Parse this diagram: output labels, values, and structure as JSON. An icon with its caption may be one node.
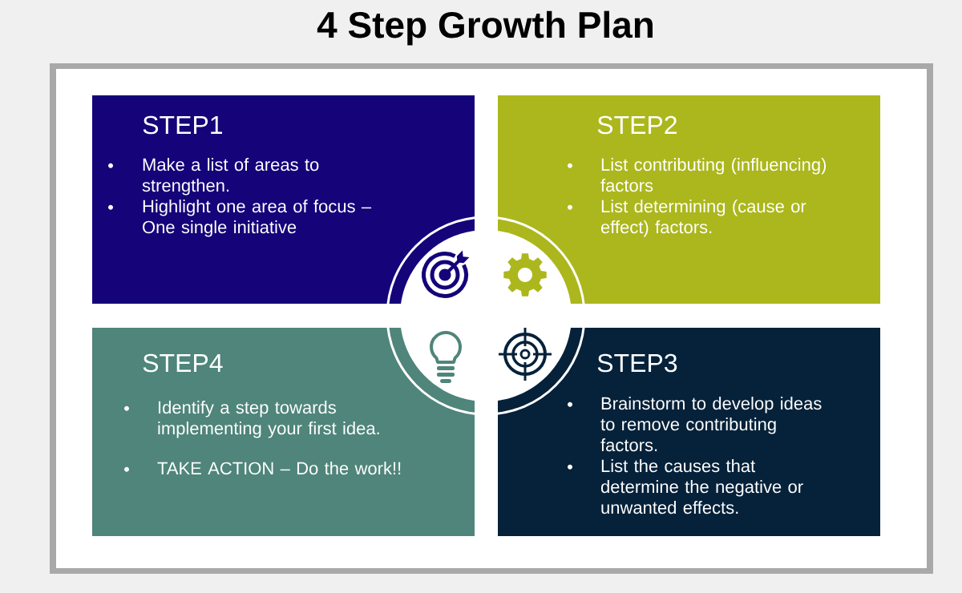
{
  "diagram": {
    "title": "4 Step Growth Plan",
    "nodes": [
      {
        "text": [
          "STEP1",
          "Make a list of areas to strengthen.",
          "Highlight one area of focus – One single initiative"
        ]
      },
      {
        "text": [
          "STEP2",
          "List contributing (influencing) factors",
          "List determining (cause or effect) factors."
        ]
      },
      {
        "text": [
          "STEP4",
          "Identify a step towards implementing your first idea.",
          "TAKE ACTION – Do the work!!"
        ]
      },
      {
        "text": [
          "STEP3",
          "Brainstorm to develop ideas to remove contributing factors.",
          "List the causes that determine the negative or unwanted effects."
        ]
      }
    ]
  }
}
